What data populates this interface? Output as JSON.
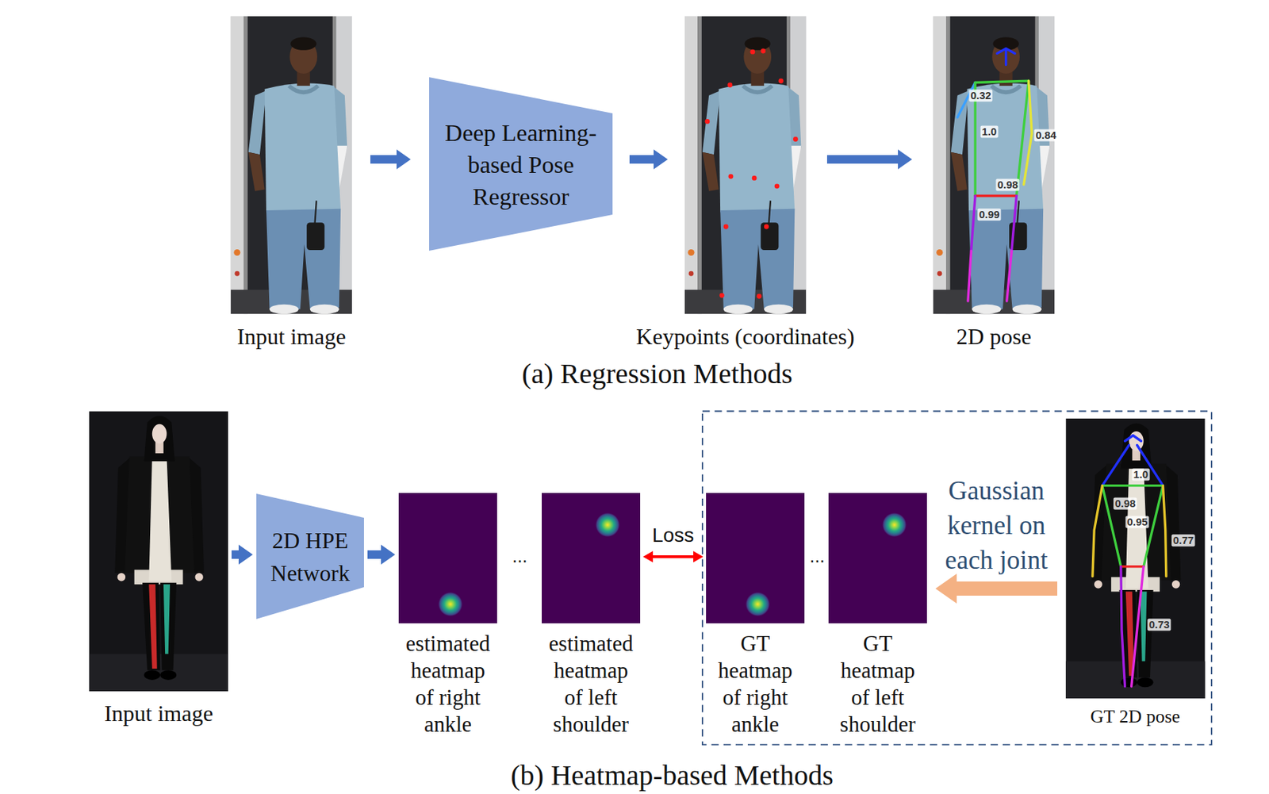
{
  "diagram": {
    "nodes": [
      {
        "text": [
          "Input image"
        ]
      },
      {
        "text": [
          "Deep Learning- based Pose Regressor"
        ]
      },
      {
        "text": [
          "Keypoints (coordinates)"
        ]
      },
      {
        "text": [
          "2D pose"
        ]
      },
      {
        "text": [
          "Input image"
        ]
      },
      {
        "text": [
          "2D HPE Network"
        ]
      },
      {
        "text": [
          "estimated heatmap of right ankle"
        ]
      },
      {
        "text": [
          "estimated heatmap of left shoulder"
        ]
      },
      {
        "text": [
          "GT heatmap of right ankle"
        ]
      },
      {
        "text": [
          "GT heatmap of left shoulder"
        ]
      },
      {
        "text": [
          "GT 2D pose"
        ]
      }
    ],
    "edges": [
      {
        "from": 0,
        "to": 1,
        "arrow": "to"
      },
      {
        "from": 1,
        "to": 2,
        "arrow": "to"
      },
      {
        "from": 2,
        "to": 3,
        "arrow": "to"
      },
      {
        "from": 4,
        "to": 5,
        "arrow": "to"
      },
      {
        "from": 5,
        "to": 6,
        "arrow": "to"
      },
      {
        "from": 7,
        "to": 8,
        "label": "Loss",
        "arrow": "both"
      },
      {
        "from": 10,
        "to": 9,
        "label": "Gaussian kernel on each joint",
        "arrow": "to"
      }
    ],
    "labels": [
      "(a) Regression Methods",
      "(b) Heatmap-based Methods",
      "...",
      "...",
      "0.32",
      "1.0",
      "0.84",
      "0.98",
      "0.99",
      "1.0",
      "0.98",
      "0.95",
      "0.77",
      "0.73"
    ]
  }
}
